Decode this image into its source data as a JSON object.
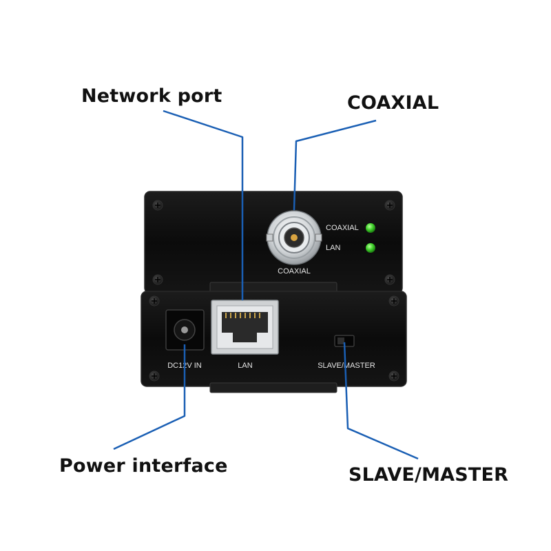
{
  "callouts": {
    "network_port": "Network port",
    "coaxial": "COAXIAL",
    "power_interface": "Power interface",
    "slave_master": "SLAVE/MASTER"
  },
  "upper_unit": {
    "bnc_label": "COAXIAL",
    "led_labels": [
      "COAXIAL",
      "LAN"
    ]
  },
  "lower_unit": {
    "dc_label": "DC12V IN",
    "lan_label": "LAN",
    "switch_label": "SLAVE/MASTER"
  },
  "colors": {
    "leader_line": "#1a5fb4",
    "device_body": "#0d0d0d",
    "led": "#3fcf2a"
  }
}
